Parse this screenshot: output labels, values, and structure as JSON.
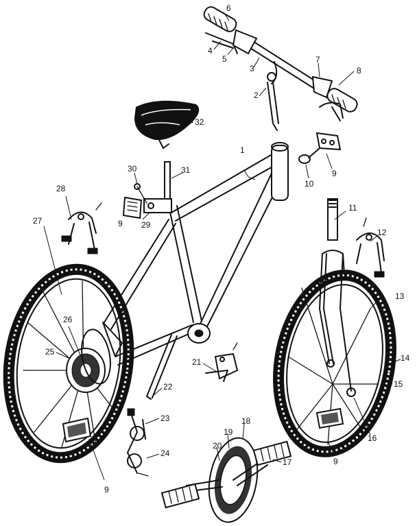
{
  "callouts": [
    {
      "id": "c1",
      "text": "1"
    },
    {
      "id": "c2",
      "text": "2"
    },
    {
      "id": "c3",
      "text": "3"
    },
    {
      "id": "c4",
      "text": "4"
    },
    {
      "id": "c5",
      "text": "5"
    },
    {
      "id": "c6",
      "text": "6"
    },
    {
      "id": "c7",
      "text": "7"
    },
    {
      "id": "c8",
      "text": "8"
    },
    {
      "id": "c9a",
      "text": "9"
    },
    {
      "id": "c9b",
      "text": "9"
    },
    {
      "id": "c9c",
      "text": "9"
    },
    {
      "id": "c9d",
      "text": "9"
    },
    {
      "id": "c10",
      "text": "10"
    },
    {
      "id": "c11",
      "text": "11"
    },
    {
      "id": "c12",
      "text": "12"
    },
    {
      "id": "c13",
      "text": "13"
    },
    {
      "id": "c14",
      "text": "14"
    },
    {
      "id": "c15",
      "text": "15"
    },
    {
      "id": "c16",
      "text": "16"
    },
    {
      "id": "c17",
      "text": "17"
    },
    {
      "id": "c18",
      "text": "18"
    },
    {
      "id": "c19",
      "text": "19"
    },
    {
      "id": "c20",
      "text": "20"
    },
    {
      "id": "c21",
      "text": "21"
    },
    {
      "id": "c22",
      "text": "22"
    },
    {
      "id": "c23",
      "text": "23"
    },
    {
      "id": "c24",
      "text": "24"
    },
    {
      "id": "c25",
      "text": "25"
    },
    {
      "id": "c26",
      "text": "26"
    },
    {
      "id": "c27",
      "text": "27"
    },
    {
      "id": "c28",
      "text": "28"
    },
    {
      "id": "c29",
      "text": "29"
    },
    {
      "id": "c30",
      "text": "30"
    },
    {
      "id": "c31",
      "text": "31"
    },
    {
      "id": "c32",
      "text": "32"
    }
  ]
}
